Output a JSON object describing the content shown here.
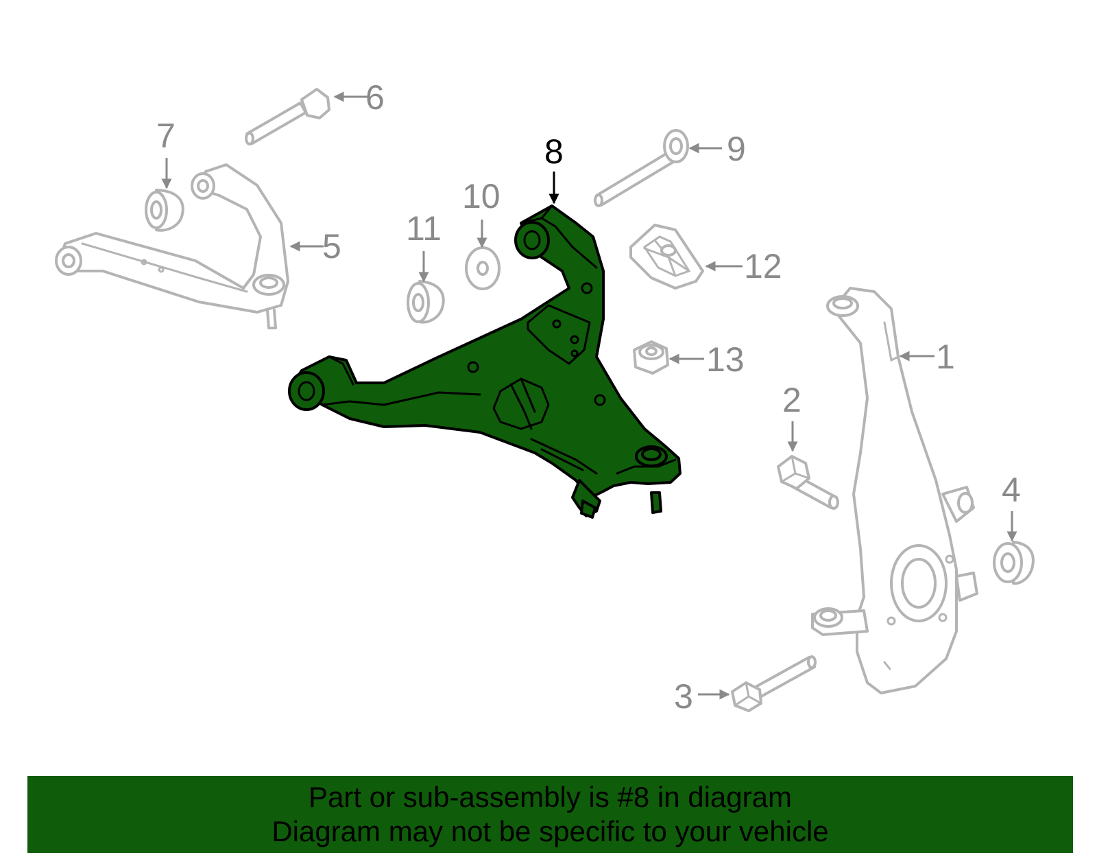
{
  "callouts": {
    "c1": "1",
    "c2": "2",
    "c3": "3",
    "c4": "4",
    "c5": "5",
    "c6": "6",
    "c7": "7",
    "c8": "8",
    "c9": "9",
    "c10": "10",
    "c11": "11",
    "c12": "12",
    "c13": "13"
  },
  "highlight": {
    "part": "8",
    "color": "#0f5c0a"
  },
  "banner": {
    "line1": "Part or sub-assembly is #8 in diagram",
    "line2": "Diagram may not be specific to your vehicle"
  }
}
